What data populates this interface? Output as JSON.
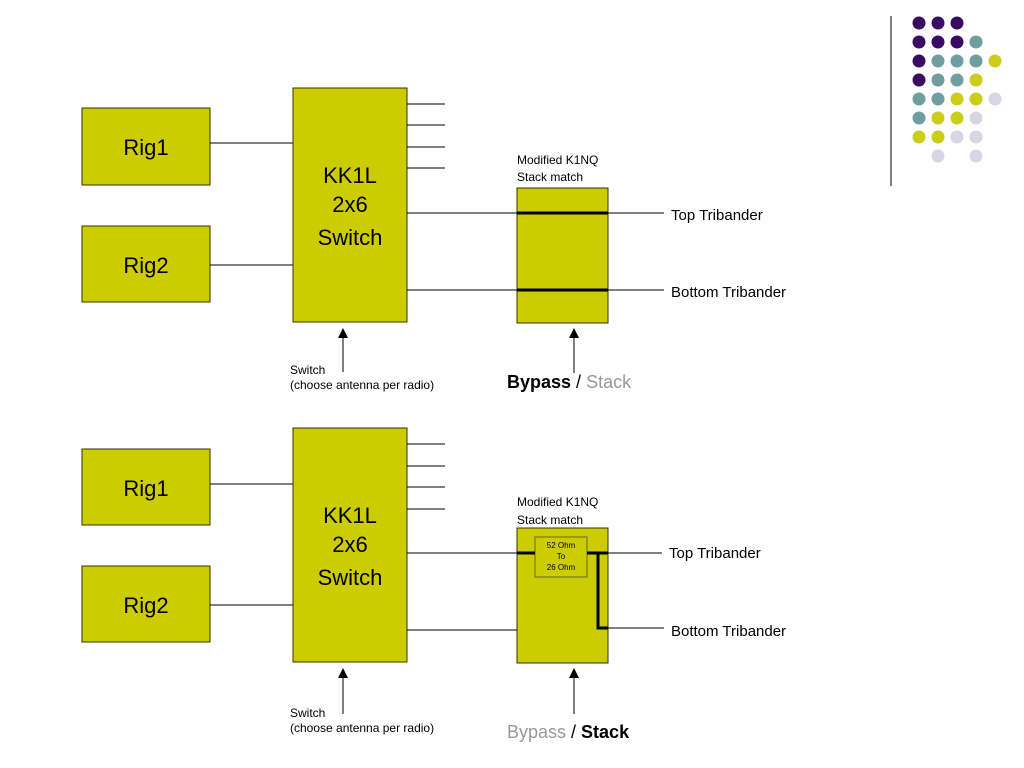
{
  "colors": {
    "box_fill": "#cccc00",
    "dot_purple": "#3b0a63",
    "dot_teal": "#6e9e9e",
    "dot_yellow": "#cccc1a",
    "dot_lavender": "#d6d6e6",
    "inactive_text": "#999999"
  },
  "top_diagram": {
    "rig1": "Rig1",
    "rig2": "Rig2",
    "switch_lines": [
      "KK1L",
      "2x6",
      "Switch"
    ],
    "stack_title": [
      "Modified K1NQ",
      "Stack match"
    ],
    "top_antenna": "Top Tribander",
    "bottom_antenna": "Bottom Tribander",
    "switch_caption": [
      "Switch",
      "(choose antenna per radio)"
    ],
    "mode_bypass": "Bypass",
    "mode_sep": " / ",
    "mode_stack": "Stack",
    "active_mode": "Bypass"
  },
  "bottom_diagram": {
    "rig1": "Rig1",
    "rig2": "Rig2",
    "switch_lines": [
      "KK1L",
      "2x6",
      "Switch"
    ],
    "stack_title": [
      "Modified K1NQ",
      "Stack match"
    ],
    "transformer_lines": [
      "52 Ohm",
      "To",
      "26 Ohm"
    ],
    "top_antenna": "Top Tribander",
    "bottom_antenna": "Bottom Tribander",
    "switch_caption": [
      "Switch",
      "(choose antenna per radio)"
    ],
    "mode_bypass": "Bypass",
    "mode_sep": " / ",
    "mode_stack": "Stack",
    "active_mode": "Stack"
  },
  "decoration_grid": [
    [
      "purple",
      "purple",
      "purple",
      "",
      ""
    ],
    [
      "purple",
      "purple",
      "purple",
      "teal",
      ""
    ],
    [
      "purple",
      "teal",
      "teal",
      "teal",
      "yellow"
    ],
    [
      "purple",
      "teal",
      "teal",
      "yellow",
      ""
    ],
    [
      "teal",
      "teal",
      "yellow",
      "yellow",
      "lavender"
    ],
    [
      "teal",
      "yellow",
      "yellow",
      "lavender",
      ""
    ],
    [
      "yellow",
      "yellow",
      "lavender",
      "lavender",
      ""
    ],
    [
      "",
      "lavender",
      "",
      "lavender",
      ""
    ]
  ]
}
